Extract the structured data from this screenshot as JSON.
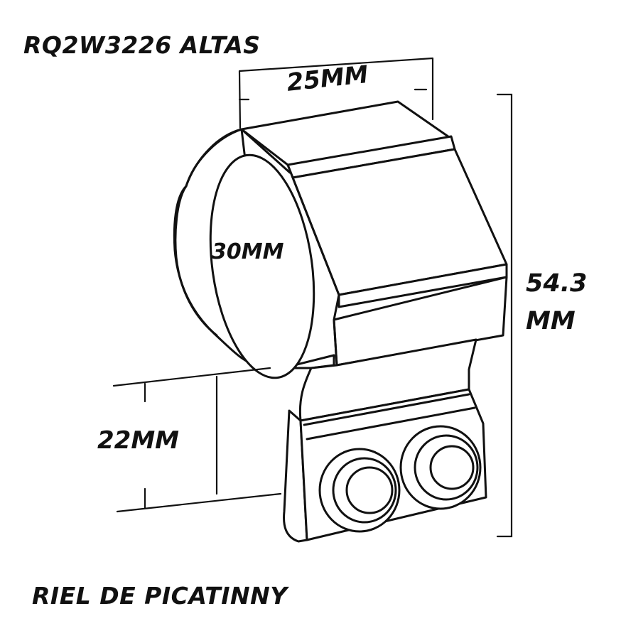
{
  "title": "RQ2W3226 ALTAS",
  "footer": "RIEL DE PICATINNY",
  "dimensions": {
    "width": "25MM",
    "bore": "30MM",
    "height_line1": "54.3",
    "height_line2": "MM",
    "rail_height": "22MM"
  },
  "colors": {
    "ink": "#111111",
    "background": "#ffffff"
  }
}
